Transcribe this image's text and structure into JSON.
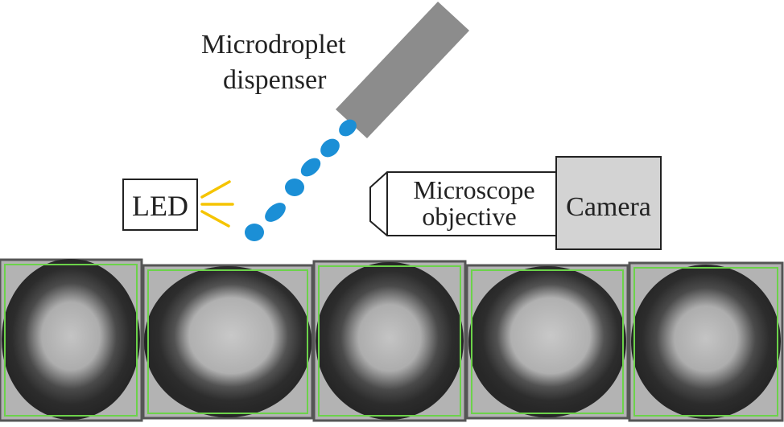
{
  "labels": {
    "dispenser_line1": "Microdroplet",
    "dispenser_line2": "dispenser",
    "led": "LED",
    "objective_line1": "Microscope",
    "objective_line2": "objective",
    "camera": "Camera"
  },
  "colors": {
    "dispenser": "#8c8c8c",
    "droplet": "#1b8fd6",
    "led_rays": "#f5c400",
    "camera_fill": "#d3d3d3",
    "frame_border": "#555555",
    "roi_box": "#6cd24a",
    "image_background": "#b3b3b3",
    "droplet_dark": "#2e2e2e"
  },
  "frames_count": 5
}
